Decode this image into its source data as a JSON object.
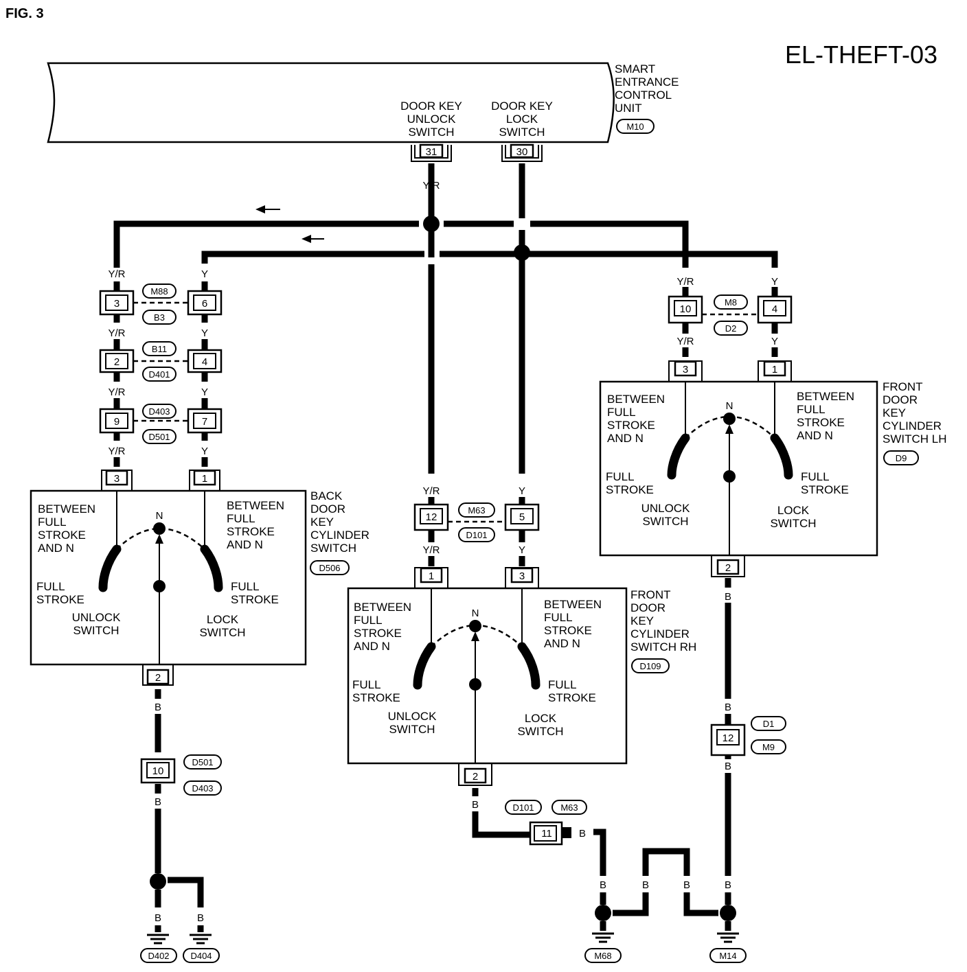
{
  "figure_label": "FIG. 3",
  "diagram_code": "EL-THEFT-03",
  "colors": {
    "line": "#000000",
    "background": "#ffffff"
  },
  "control_unit": {
    "title_lines": [
      "SMART",
      "ENTRANCE",
      "CONTROL",
      "UNIT"
    ],
    "code": "M10",
    "unlock_label": [
      "DOOR KEY",
      "UNLOCK",
      "SWITCH"
    ],
    "lock_label": [
      "DOOR KEY",
      "LOCK",
      "SWITCH"
    ],
    "unlock_pin": "31",
    "lock_pin": "30"
  },
  "wire_colors": {
    "yr": "Y/R",
    "y": "Y",
    "b": "B"
  },
  "back_door": {
    "title_lines": [
      "BACK",
      "DOOR",
      "KEY",
      "CYLINDER",
      "SWITCH"
    ],
    "code": "D506",
    "conn_a": {
      "left_pin": "3",
      "right_pin": "6",
      "top_code": "M88",
      "bottom_code": "B3"
    },
    "conn_b": {
      "left_pin": "2",
      "right_pin": "4",
      "top_code": "B11",
      "bottom_code": "D401"
    },
    "conn_c": {
      "left_pin": "9",
      "right_pin": "7",
      "top_code": "D403",
      "bottom_code": "D501"
    },
    "sw_left_pin": "3",
    "sw_right_pin": "1",
    "sw_ground_pin": "2",
    "ground_conn": {
      "pin": "10",
      "top_code": "D501",
      "bottom_code": "D403"
    },
    "grounds": [
      "D402",
      "D404"
    ]
  },
  "switch_labels": {
    "between": [
      "BETWEEN",
      "FULL",
      "STROKE",
      "AND N"
    ],
    "full_stroke": [
      "FULL",
      "STROKE"
    ],
    "unlock": [
      "UNLOCK",
      "SWITCH"
    ],
    "lock": [
      "LOCK",
      "SWITCH"
    ],
    "neutral": "N"
  },
  "front_rh": {
    "title_lines": [
      "FRONT",
      "DOOR",
      "KEY",
      "CYLINDER",
      "SWITCH RH"
    ],
    "code": "D109",
    "conn": {
      "left_pin": "12",
      "right_pin": "5",
      "top_code": "M63",
      "bottom_code": "D101"
    },
    "sw_left_pin": "1",
    "sw_right_pin": "3",
    "sw_ground_pin": "2",
    "ground_conn": {
      "pin": "11",
      "codes": [
        "D101",
        "M63"
      ]
    }
  },
  "front_lh": {
    "title_lines": [
      "FRONT",
      "DOOR",
      "KEY",
      "CYLINDER",
      "SWITCH LH"
    ],
    "code": "D9",
    "conn": {
      "left_pin": "10",
      "right_pin": "4",
      "top_code": "M8",
      "bottom_code": "D2"
    },
    "sw_left_pin": "3",
    "sw_right_pin": "1",
    "sw_ground_pin": "2",
    "ground_conn": {
      "pin": "12",
      "top_code": "D1",
      "bottom_code": "M9"
    }
  },
  "main_grounds": [
    "M68",
    "M14"
  ]
}
